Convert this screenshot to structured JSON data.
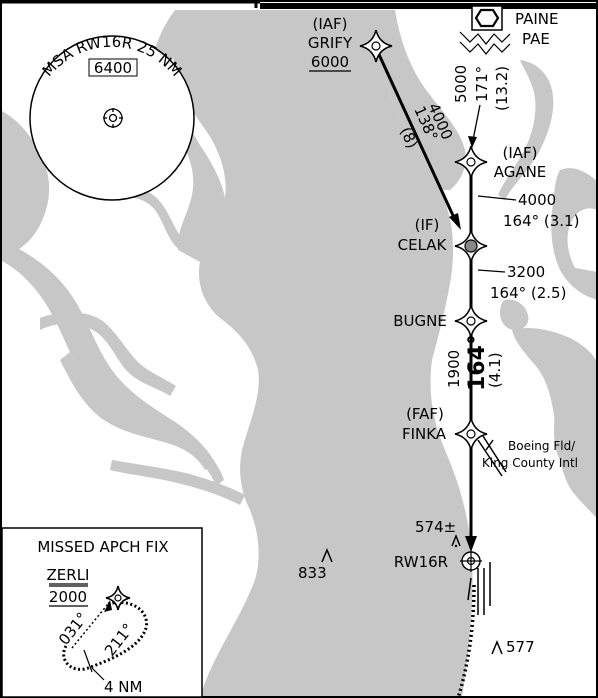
{
  "msa": {
    "title": "MSA RW16R 25 NM",
    "altitude": "6400"
  },
  "waypoints": {
    "grify": {
      "role": "(IAF)",
      "name": "GRIFY",
      "altitude": "6000"
    },
    "paine": {
      "line1": "PAINE",
      "line2": "PAE"
    },
    "agane": {
      "role": "(IAF)",
      "name": "AGANE"
    },
    "celak": {
      "role": "(IF)",
      "name": "CELAK"
    },
    "bugne": {
      "name": "BUGNE"
    },
    "finka": {
      "role": "(FAF)",
      "name": "FINKA"
    },
    "runway": {
      "name": "RW16R"
    },
    "zerli": {
      "name": "ZERLI",
      "altitude": "2000"
    }
  },
  "legs": {
    "grify_celak": {
      "altitude": "4000",
      "course": "138°",
      "distance": "(8)"
    },
    "paine_agane": {
      "altitude": "5000",
      "course": "171°",
      "distance": "(13.2)"
    },
    "agane_celak": {
      "altitude": "4000",
      "course_distance": "164° (3.1)"
    },
    "celak_bugne": {
      "altitude": "3200",
      "course_distance": "164° (2.5)"
    },
    "final": {
      "altitude": "1900",
      "course": "164°",
      "distance": "(4.1)"
    }
  },
  "airport": {
    "line1": "Boeing Fld/",
    "line2": "King County Intl"
  },
  "obstacles": {
    "o574": "574±",
    "o833": "833",
    "o577": "577"
  },
  "missed": {
    "title": "MISSED APCH FIX",
    "inbound": "031°",
    "outbound": "211°",
    "leg_length": "4 NM"
  },
  "colors": {
    "water": "#c7c7c7",
    "ink": "#000000",
    "paper": "#ffffff"
  }
}
